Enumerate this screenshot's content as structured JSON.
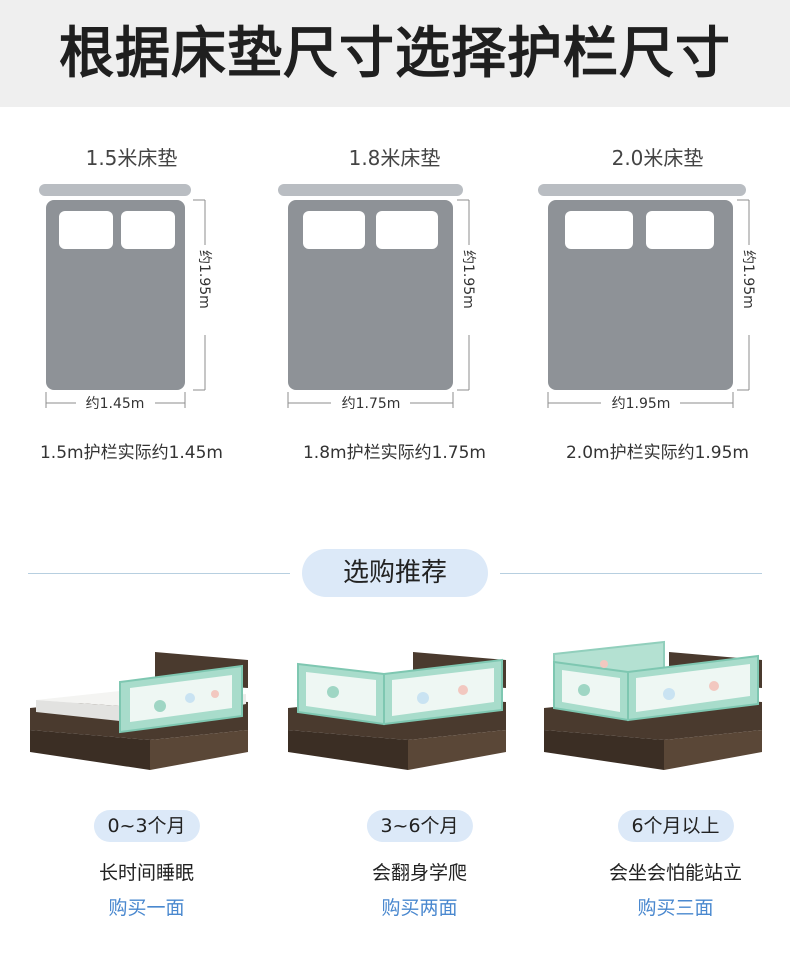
{
  "header": {
    "title": "根据床垫尺寸选择护栏尺寸"
  },
  "mattresses": [
    {
      "label": "1.5米床垫",
      "length": "约1.95m",
      "width": "约1.45m",
      "note": "1.5m护栏实际约1.45m"
    },
    {
      "label": "1.8米床垫",
      "length": "约1.95m",
      "width": "约1.75m",
      "note": "1.8m护栏实际约1.75m"
    },
    {
      "label": "2.0米床垫",
      "length": "约1.95m",
      "width": "约1.95m",
      "note": "2.0m护栏实际约1.95m"
    }
  ],
  "section": {
    "title": "选购推荐"
  },
  "recommendations": [
    {
      "age": "0~3个月",
      "stage": "长时间睡眠",
      "buy": "购买一面"
    },
    {
      "age": "3~6个月",
      "stage": "会翻身学爬",
      "buy": "购买两面"
    },
    {
      "age": "6个月以上",
      "stage": "会坐会怕能站立",
      "buy": "购买三面"
    }
  ],
  "colors": {
    "bed": "#8e9297",
    "pillow": "#ffffff",
    "headboard": "#b9bdc2",
    "pill": "#dce9f8",
    "buy_text": "#4a88cf",
    "rail_green": "#a8dccb",
    "wood": "#4a3a2e"
  }
}
